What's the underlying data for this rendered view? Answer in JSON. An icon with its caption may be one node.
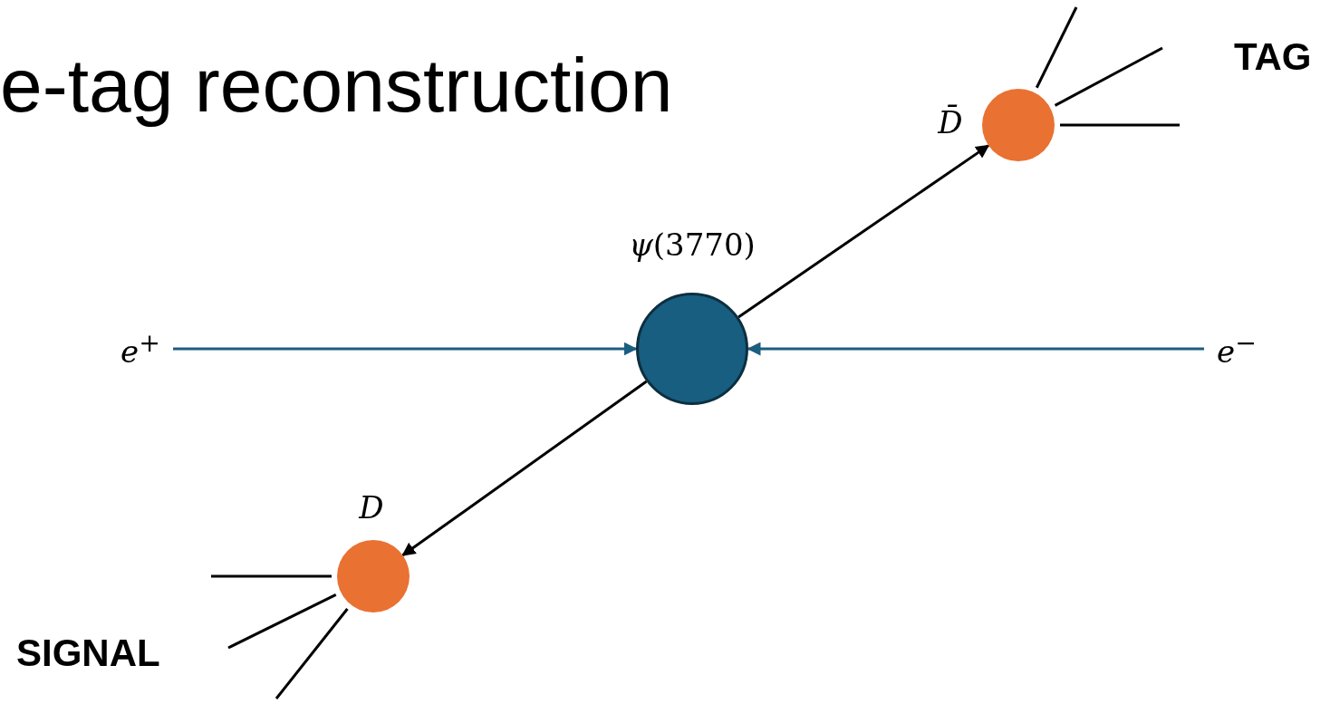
{
  "diagram": {
    "title": "e-tag reconstruction",
    "nodes": [
      {
        "text": [
          "*e*$^{+}$"
        ]
      },
      {
        "text": [],
        "shape": "circle",
        "beside": [
          "*ψ*(3770)"
        ]
      },
      {
        "text": [
          "*e*$^{−}$"
        ]
      },
      {
        "text": [],
        "shape": "circle",
        "beside": [
          "*D̄*"
        ]
      },
      {
        "text": [],
        "shape": "circle",
        "beside": [
          "*D*"
        ]
      }
    ],
    "edges": [
      {
        "from": 0,
        "to": 1,
        "arrow": "to",
        "color": "#1a5e80"
      },
      {
        "from": 2,
        "to": 1,
        "arrow": "to",
        "color": "#1a5e80"
      },
      {
        "from": 1,
        "to": 3,
        "arrow": "to",
        "color": "#000000"
      },
      {
        "from": 1,
        "to": 4,
        "arrow": "to",
        "color": "#000000"
      },
      {
        "from": 3,
        "to": null,
        "arrow": "none"
      },
      {
        "from": 3,
        "to": null,
        "arrow": "none"
      },
      {
        "from": 3,
        "to": null,
        "arrow": "none"
      },
      {
        "from": 4,
        "to": null,
        "arrow": "none"
      },
      {
        "from": 4,
        "to": null,
        "arrow": "none"
      },
      {
        "from": 4,
        "to": null,
        "arrow": "none"
      }
    ],
    "labels": [
      "TAG",
      "SIGNAL"
    ]
  }
}
